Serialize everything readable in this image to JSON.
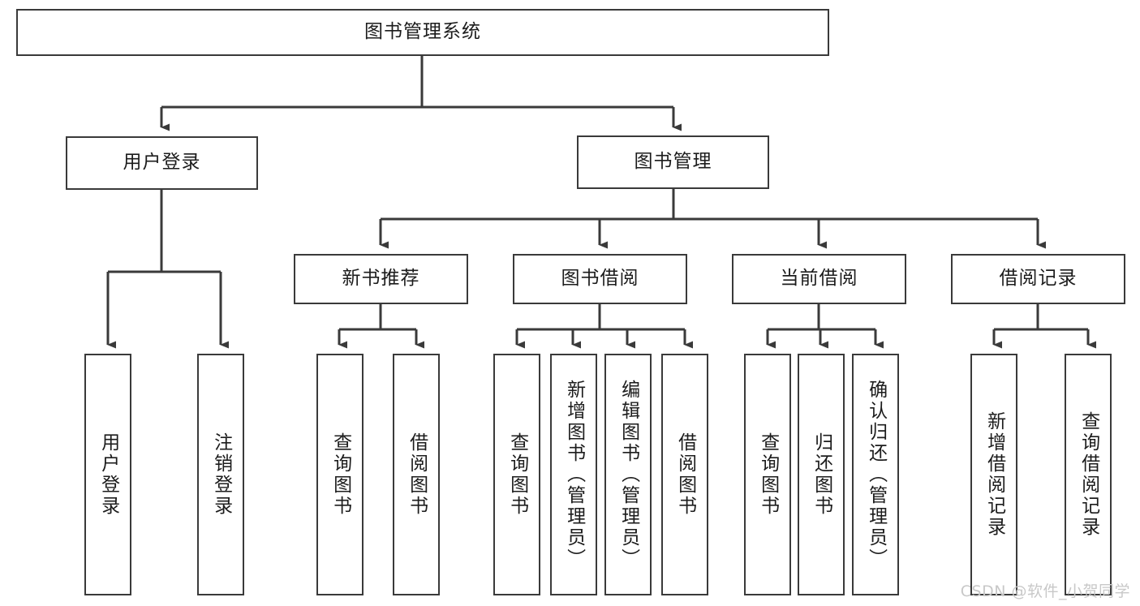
{
  "diagram": {
    "title": "图书管理系统",
    "type": "tree-hierarchy",
    "line_color": "#3a3a3a",
    "box_fill": "#ffffff",
    "text_color": "#1c1c1c",
    "root": {
      "label": "图书管理系统"
    },
    "level1": [
      {
        "label": "用户登录"
      },
      {
        "label": "图书管理"
      }
    ],
    "level2": [
      {
        "label": "新书推荐"
      },
      {
        "label": "图书借阅"
      },
      {
        "label": "当前借阅"
      },
      {
        "label": "借阅记录"
      }
    ],
    "leaves": {
      "user_login": [
        {
          "label": "用户登录"
        },
        {
          "label": "注销登录"
        }
      ],
      "new_book_recommend": [
        {
          "label": "查询图书"
        },
        {
          "label": "借阅图书"
        }
      ],
      "book_borrow": [
        {
          "label": "查询图书"
        },
        {
          "label": "新增图书（管理员）"
        },
        {
          "label": "编辑图书（管理员）"
        },
        {
          "label": "借阅图书"
        }
      ],
      "current_borrow": [
        {
          "label": "查询图书"
        },
        {
          "label": "归还图书"
        },
        {
          "label": "确认归还（管理员）"
        }
      ],
      "borrow_records": [
        {
          "label": "新增借阅记录"
        },
        {
          "label": "查询借阅记录"
        }
      ]
    }
  },
  "watermark": {
    "text": "CSDN @软件_小贺同学",
    "color": "#c8c8c8"
  }
}
